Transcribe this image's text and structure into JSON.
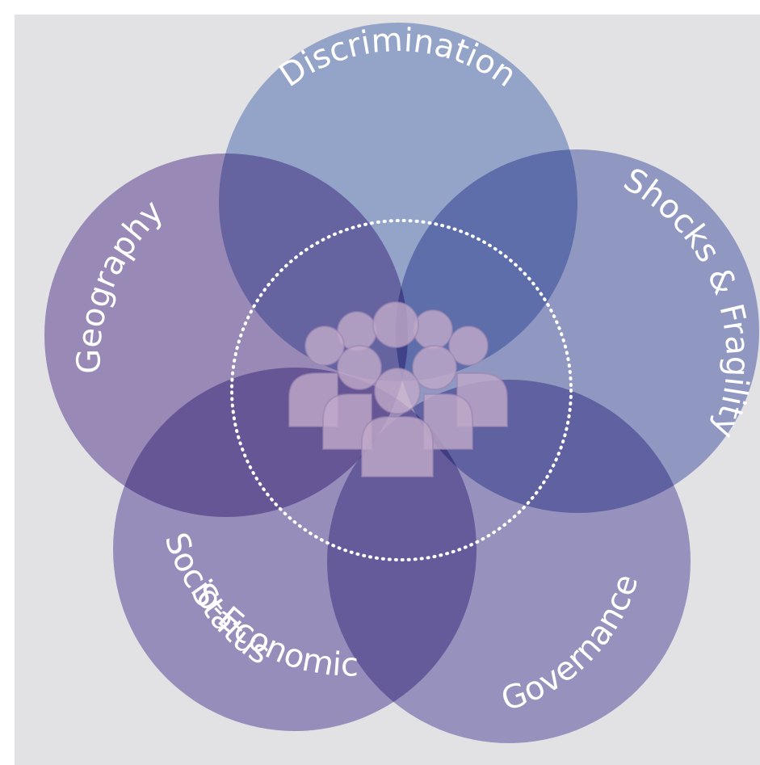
{
  "diagram": {
    "colors": {
      "background": "#e2e2e4",
      "discrimination": "#94a9da",
      "shocks": "#8e98cf",
      "governance": "#9690cb",
      "socio_economic": "#998ac6",
      "geography": "#9b85c2",
      "label": "#ffffff",
      "dotted_ring": "#ffffff",
      "people": "#c0a8c8"
    },
    "circles": [
      {
        "id": "discrimination",
        "label": "Discrimination"
      },
      {
        "id": "shocks",
        "label": "Shocks & Fragility"
      },
      {
        "id": "governance",
        "label": "Governance"
      },
      {
        "id": "socio_economic",
        "label": "Socio-Economic Status"
      },
      {
        "id": "geography",
        "label": "Geography"
      }
    ],
    "center": {
      "icon": "people-group-icon"
    }
  }
}
